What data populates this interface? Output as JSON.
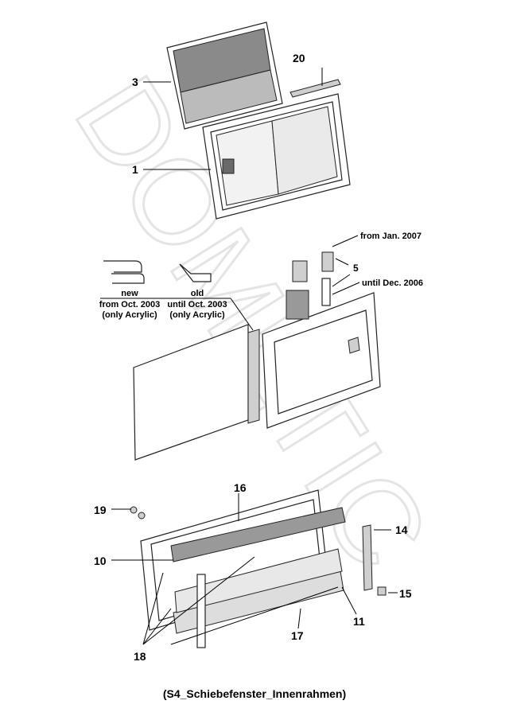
{
  "watermark": "DOMETIC",
  "callouts": {
    "p1": "1",
    "p3": "3",
    "p5": "5",
    "p10": "10",
    "p11": "11",
    "p14": "14",
    "p15": "15",
    "p16": "16",
    "p17": "17",
    "p18": "18",
    "p19": "19",
    "p20": "20"
  },
  "notes": {
    "from_jan_2007": "from Jan. 2007",
    "until_dec_2006": "until Dec. 2006",
    "new_label": "new",
    "new_date": "from Oct. 2003",
    "new_note": "(only Acrylic)",
    "old_label": "old",
    "old_date": "until Oct. 2003",
    "old_note": "(only Acrylic)"
  },
  "caption": "(S4_Schiebefenster_Innenrahmen)"
}
